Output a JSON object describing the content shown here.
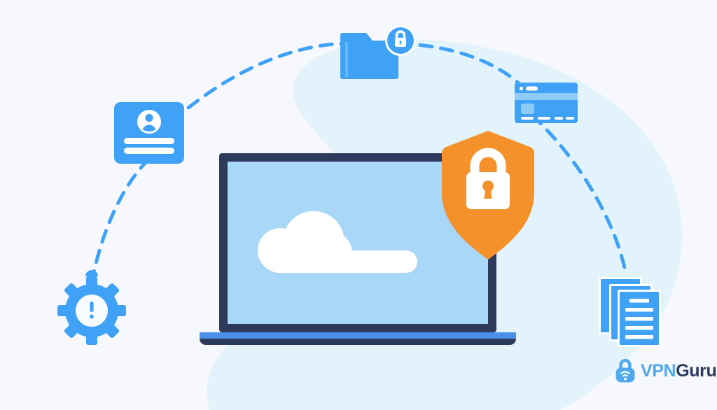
{
  "illustration": {
    "title": "Cloud data security illustration",
    "theme": "vpn-cloud-security",
    "background_color": "#f7f8fd",
    "blob_color": "#e2f3fb",
    "accent_blue": "#3FA2F7",
    "light_blue": "#A9D7F7",
    "navy": "#2E3A5C",
    "orange": "#F5912B",
    "white": "#FFFFFF",
    "dash_color": "#3FA2F7"
  },
  "objects": {
    "laptop": {
      "name": "laptop",
      "screen_content": "cloud",
      "frame_color": "#2E3A5C",
      "screen_color": "#A9D7F7",
      "base_strip_color": "#4A90E8"
    },
    "shield": {
      "name": "security-shield",
      "color": "#F5912B",
      "emblem": "padlock",
      "emblem_color": "#FFFFFF"
    },
    "id_card": {
      "name": "id-card",
      "color": "#3FA2F7",
      "avatar": "person",
      "line_count": 2
    },
    "folder": {
      "name": "secure-folder",
      "color": "#3FA2F7",
      "badge": "padlock"
    },
    "credit_card": {
      "name": "credit-card",
      "color": "#3FA2F7",
      "stripe_color": "#8FCBF7",
      "dash_groups": 4
    },
    "documents": {
      "name": "document-stack",
      "color": "#3FA2F7",
      "sheet_count": 3,
      "line_count": 5
    },
    "gear": {
      "name": "settings-alert-gear",
      "color": "#3FA2F7",
      "center_glyph": "exclamation"
    }
  },
  "connections": {
    "name": "dashed-connection-arc",
    "style": "dashed",
    "color": "#3FA2F7",
    "nodes": [
      "gear",
      "id-card",
      "folder",
      "credit-card",
      "documents"
    ]
  },
  "logo": {
    "name": "vpnguru-logo",
    "mark": "lock-wifi-icon",
    "mark_color": "#4FA9F0",
    "text_primary": "VPN",
    "text_secondary": "Guru",
    "text_primary_color": "#4FA9F0",
    "text_secondary_color": "#2C3A5E"
  }
}
